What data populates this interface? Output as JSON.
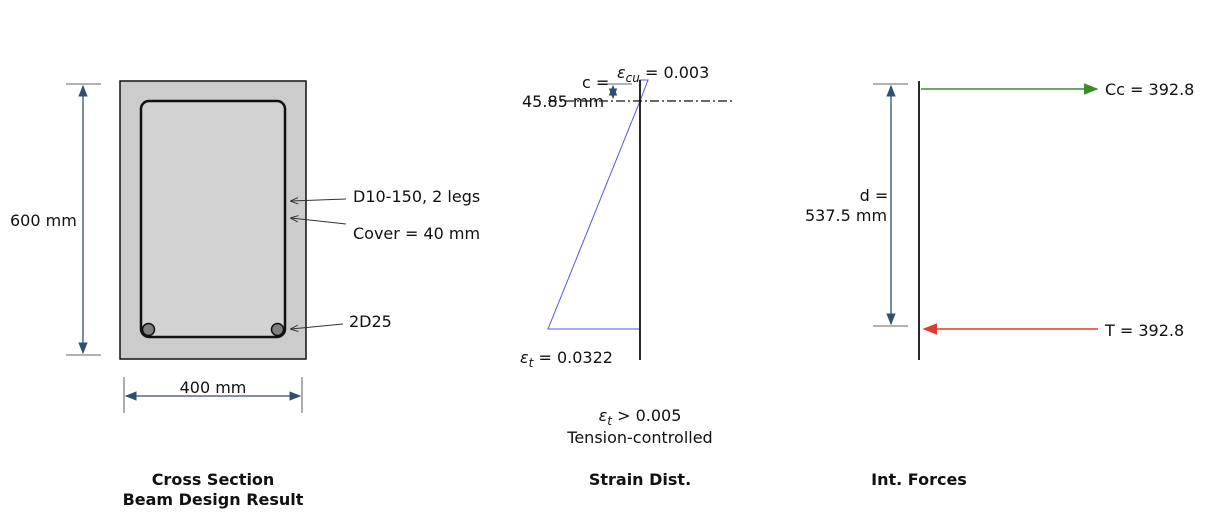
{
  "cross_section": {
    "height_label": "600 mm",
    "width_label": "400 mm",
    "stirrup_label": "D10-150, 2 legs",
    "cover_label": "Cover = 40 mm",
    "bars_label": "2D25",
    "title": "Cross Section",
    "subtitle": "Beam Design Result",
    "colors": {
      "section_fill": "#cccccc",
      "core_fill": "#d3d3d3",
      "dimension": "#2f4f6f",
      "bar_fill": "#808080"
    }
  },
  "strain": {
    "c_label": "c =",
    "c_value": "45.85 mm",
    "ecu_symbol": "ε",
    "ecu_sub": "cu",
    "ecu_value": " = 0.003",
    "et_symbol": "ε",
    "et_sub": "t",
    "et_value": " = 0.0322",
    "check_symbol": "ε",
    "check_sub": "t",
    "check_value": " > 0.005",
    "check_text": "Tension-controlled",
    "title": "Strain Dist.",
    "colors": {
      "strain_line": "#5555ee",
      "neutral_axis": "#000000"
    }
  },
  "forces": {
    "d_label": "d =",
    "d_value": "537.5 mm",
    "cc_label": "Cc = 392.8",
    "t_label": "T = 392.8",
    "title": "Int. Forces",
    "colors": {
      "compression": "#3a8a2a",
      "tension": "#e03a2a"
    }
  }
}
